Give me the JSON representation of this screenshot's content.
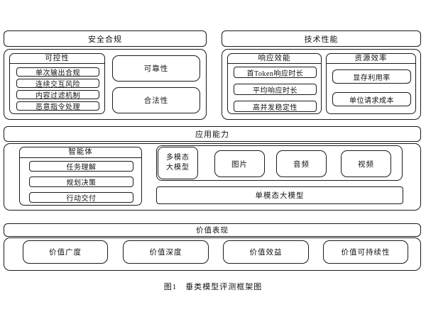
{
  "sections": {
    "security": {
      "title": "安全合规",
      "controllability": {
        "title": "可控性",
        "items": [
          "单次输出合规",
          "连续交互风险",
          "内容过滤机制",
          "恶意指令处理"
        ]
      },
      "reliability_label": "可靠性",
      "legality_label": "合法性"
    },
    "technical": {
      "title": "技术性能",
      "response": {
        "title": "响应效能",
        "items": [
          "首Token响应时长",
          "平均响应时长",
          "高并发稳定性"
        ]
      },
      "resource": {
        "title": "资源效率",
        "items": [
          "显存利用率",
          "单位请求成本"
        ]
      }
    },
    "application": {
      "title": "应用能力",
      "agent": {
        "title": "智能体",
        "items": [
          "任务理解",
          "规划决策",
          "行动交付"
        ]
      },
      "multimodal": {
        "line1": "多模态",
        "line2": "大模型"
      },
      "modalities": [
        "图片",
        "音频",
        "视频"
      ],
      "single_modal_label": "单模态大模型"
    },
    "value": {
      "title": "价值表现",
      "items": [
        "价值广度",
        "价值深度",
        "价值效益",
        "价值可持续性"
      ]
    }
  },
  "caption": {
    "label": "图1",
    "title": "垂类模型评测框架图"
  },
  "colors": {
    "border": "#1a1a1a",
    "background": "#ffffff",
    "text": "#111111"
  }
}
